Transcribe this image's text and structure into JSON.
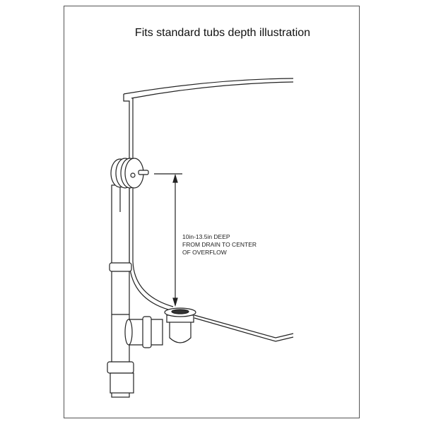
{
  "title": "Fits standard tubs depth illustration",
  "annotation": {
    "line1": "10in-13.5in DEEP",
    "line2": "FROM DRAIN TO CENTER",
    "line3": "OF OVERFLOW"
  }
}
